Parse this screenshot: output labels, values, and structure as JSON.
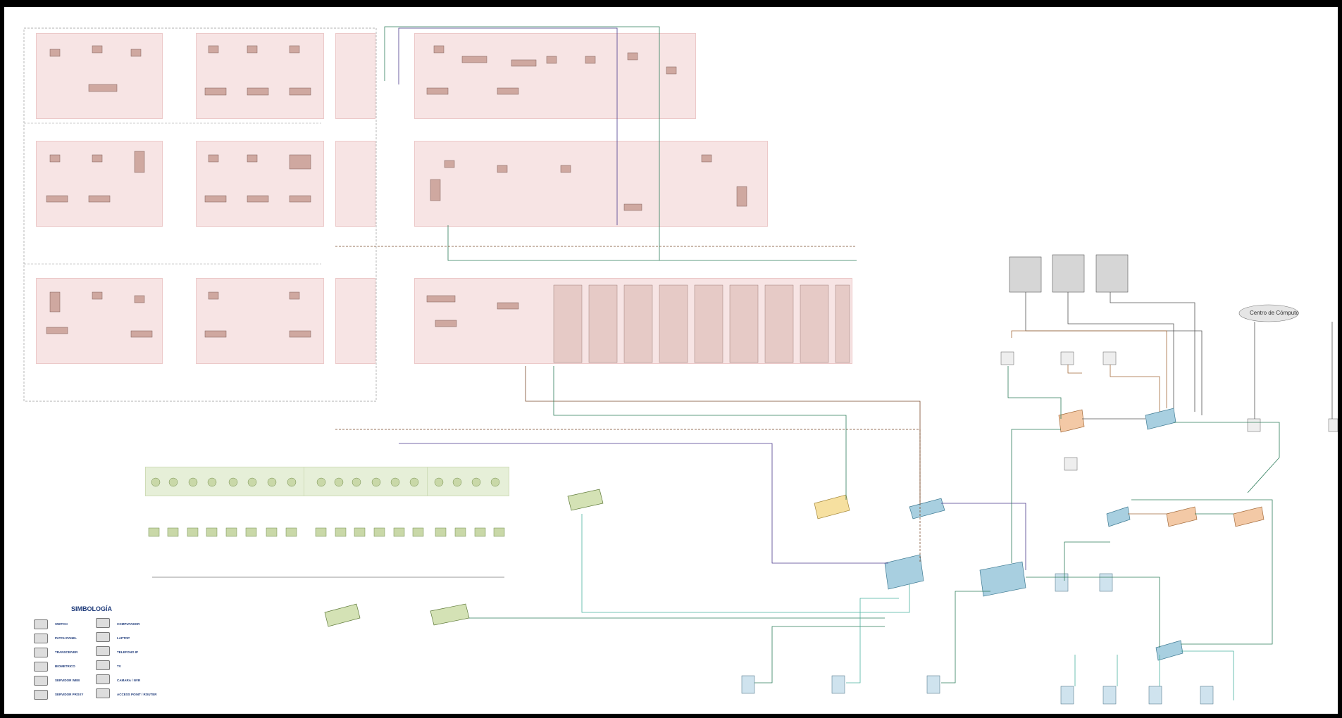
{
  "cloud": {
    "label": "Centro de Cómputo"
  },
  "legend": {
    "title": "SIMBOLOGÍA",
    "items": [
      {
        "label": "SWITCH",
        "icon": "switch-icon"
      },
      {
        "label": "COMPUTADOR",
        "icon": "computer-icon"
      },
      {
        "label": "PATCH PANEL",
        "icon": "patch-panel-icon"
      },
      {
        "label": "LAPTOP",
        "icon": "laptop-icon"
      },
      {
        "label": "TRANSCEIVER",
        "icon": "transceiver-icon"
      },
      {
        "label": "TELEFONO IP",
        "icon": "ip-phone-icon"
      },
      {
        "label": "BIOMETRICO",
        "icon": "biometric-icon"
      },
      {
        "label": "TV",
        "icon": "tv-icon"
      },
      {
        "label": "SERVIDOR WEB",
        "icon": "web-server-icon"
      },
      {
        "label": "CAMARA / NVR",
        "icon": "camera-icon"
      },
      {
        "label": "SERVIDOR PROXY",
        "icon": "proxy-server-icon"
      },
      {
        "label": "ACCESS POINT / ROUTER",
        "icon": "access-point-icon"
      }
    ]
  },
  "colors": {
    "zone": "#f7e4e4",
    "green_zone": "#e6efd8",
    "switch_blue": "#a8cfe0",
    "switch_orange": "#f3c9a6",
    "link_green": "#2e7d5b",
    "link_brown": "#7a4a2a",
    "link_purple": "#4b3a8c"
  }
}
